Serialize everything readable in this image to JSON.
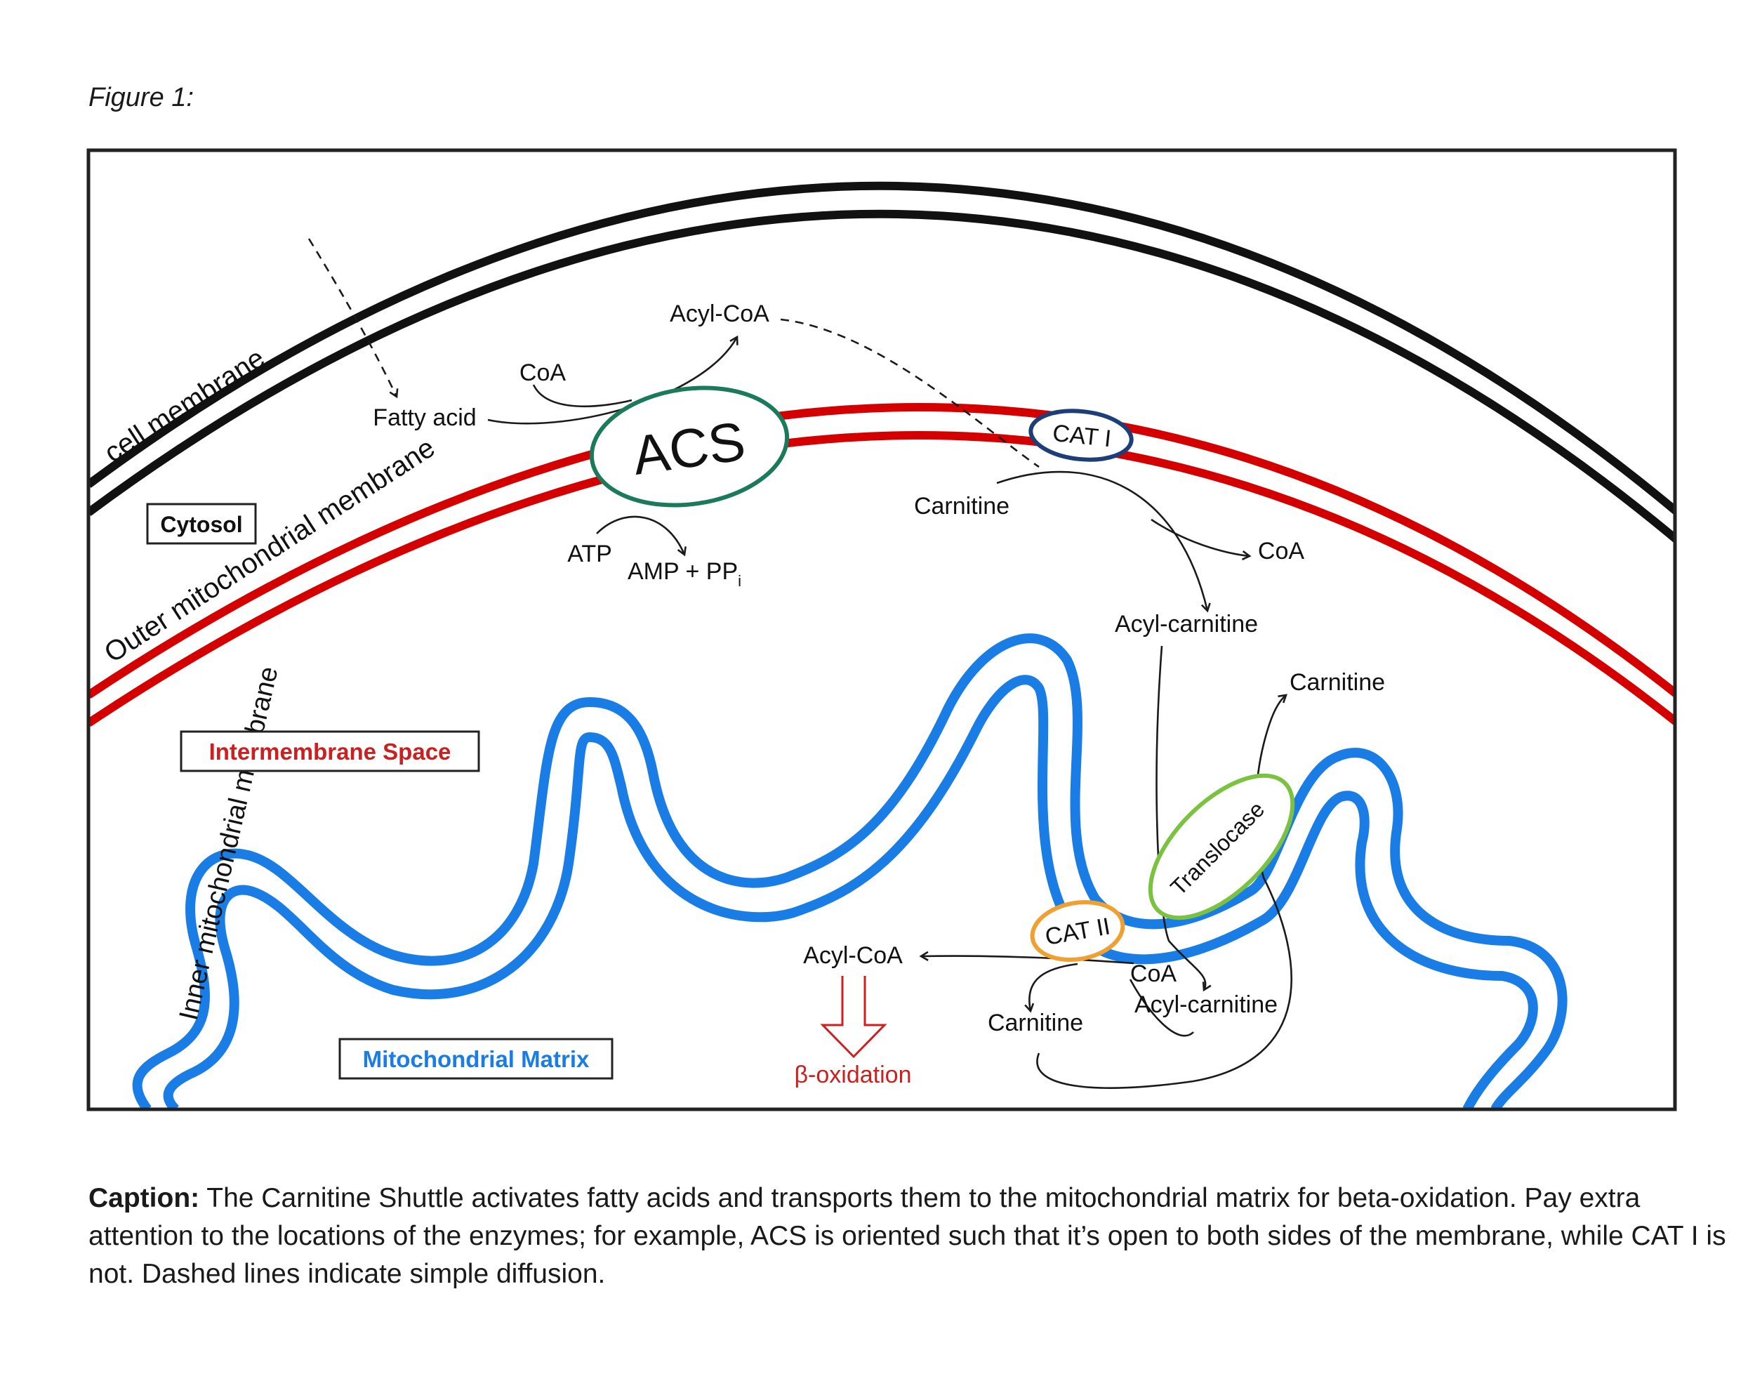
{
  "figure_label": "Figure 1:",
  "labels": {
    "cell_membrane": "cell membrane",
    "outer_membrane": "Outer mitochondrial membrane",
    "inner_membrane": "Inner mitochondrial membrane",
    "cytosol": "Cytosol",
    "intermembrane_space": "Intermembrane Space",
    "matrix": "Mitochondrial Matrix"
  },
  "enzymes": {
    "acs": "ACS",
    "cat1": "CAT I",
    "cat2": "CAT II",
    "translocase": "Translocase"
  },
  "molecules": {
    "fatty_acid": "Fatty acid",
    "coa_top": "CoA",
    "acyl_coa_top": "Acyl-CoA",
    "atp": "ATP",
    "amp_ppi": "AMP + PP",
    "ppi_sub": "i",
    "carnitine_ims": "Carnitine",
    "coa_ims": "CoA",
    "acyl_carnitine_ims": "Acyl-carnitine",
    "carnitine_out": "Carnitine",
    "acyl_coa_matrix": "Acyl-CoA",
    "coa_matrix": "CoA",
    "acyl_carnitine_matrix": "Acyl-carnitine",
    "carnitine_matrix": "Carnitine",
    "beta_oxidation": "β-oxidation"
  },
  "caption": {
    "bold": "Caption:",
    "text": " The Carnitine Shuttle activates fatty acids and transports them to the mitochondrial matrix for beta-oxidation. Pay extra attention to the locations of the enzymes; for example, ACS is oriented such that it’s open to both sides of the membrane, while CAT I is not. Dashed lines indicate simple diffusion."
  },
  "colors": {
    "cell_membrane": "#111111",
    "outer_membrane": "#d40000",
    "inner_membrane": "#1a7de6",
    "acs": "#1a7a5a",
    "cat1": "#1c3f7a",
    "cat2": "#f0a030",
    "translocase": "#7cc241",
    "beta_oxidation": "#cc1f1f"
  }
}
